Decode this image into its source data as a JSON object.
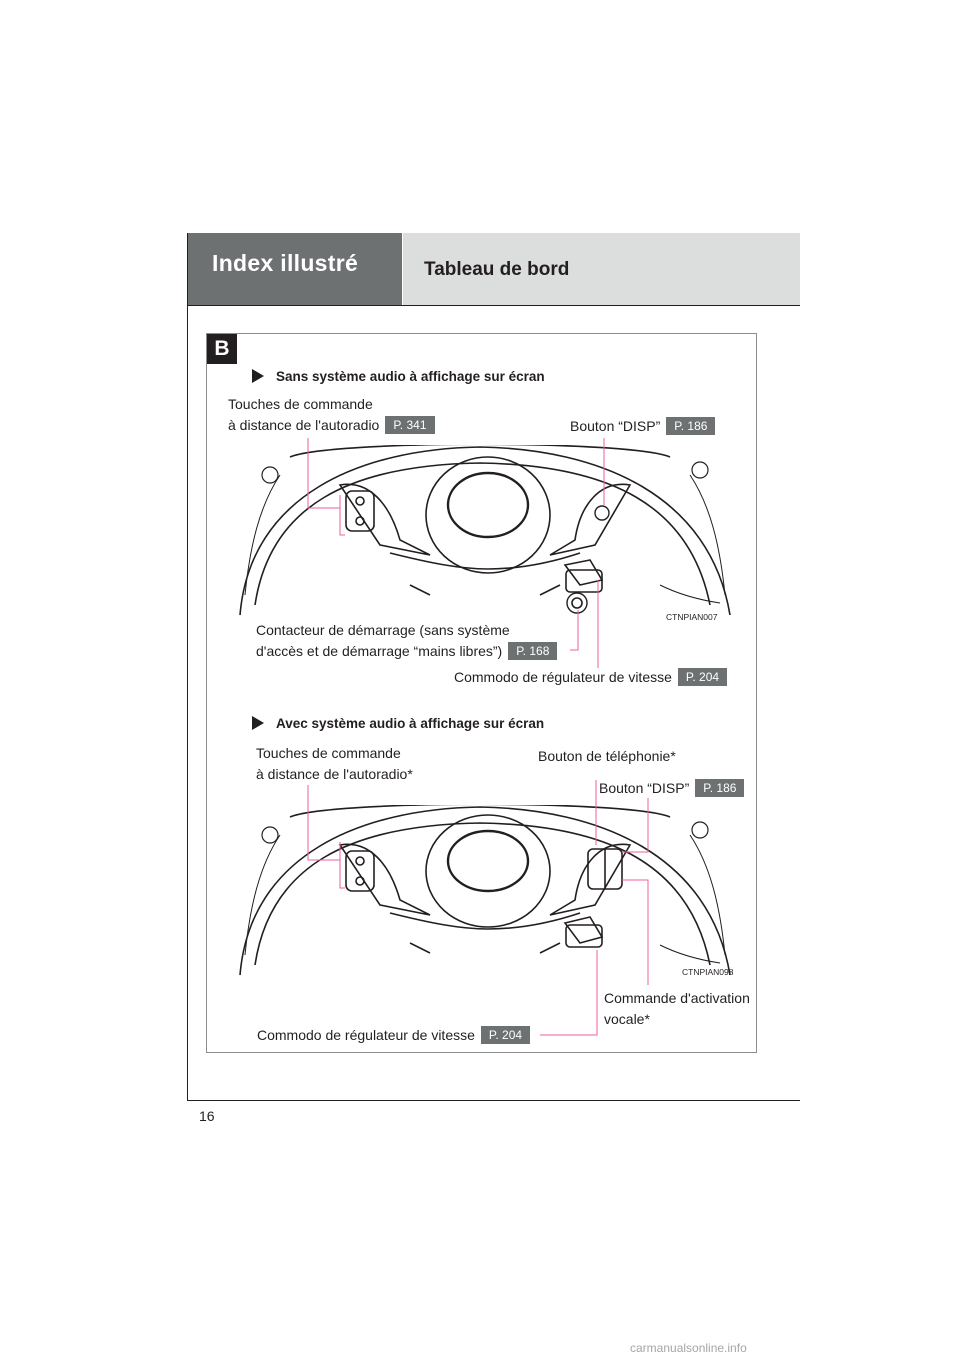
{
  "header": {
    "section": "Index illustré",
    "subsection": "Tableau de bord"
  },
  "panel": {
    "badge": "B",
    "top": {
      "heading": "Sans système audio à affichage sur écran",
      "audio_line1": "Touches de commande",
      "audio_line2": "à distance de l'autoradio",
      "audio_ref": "P. 341",
      "disp_label": "Bouton “DISP”",
      "disp_ref": "P. 186",
      "ignition_line1": "Contacteur de démarrage (sans système",
      "ignition_line2": "d'accès et de démarrage “mains libres”)",
      "ignition_ref": "P. 168",
      "cruise_label": "Commodo de régulateur de vitesse",
      "cruise_ref": "P. 204",
      "image_code": "CTNPIAN007"
    },
    "bottom": {
      "heading": "Avec système audio à affichage sur écran",
      "audio_line1": "Touches de commande",
      "audio_line2": "à distance de l'autoradio*",
      "phone_label": "Bouton de téléphonie*",
      "disp_label": "Bouton “DISP”",
      "disp_ref": "P. 186",
      "voice_line1": "Commande d'activation",
      "voice_line2": "vocale*",
      "cruise_label": "Commodo de régulateur de vitesse",
      "cruise_ref": "P. 204",
      "image_code": "CTNPIAN098"
    }
  },
  "footer": {
    "page_number": "16",
    "watermark": "carmanualsonline.info"
  },
  "colors": {
    "header_dark": "#6d7172",
    "header_light": "#dcdddd",
    "callout_line": "#e8609c"
  }
}
